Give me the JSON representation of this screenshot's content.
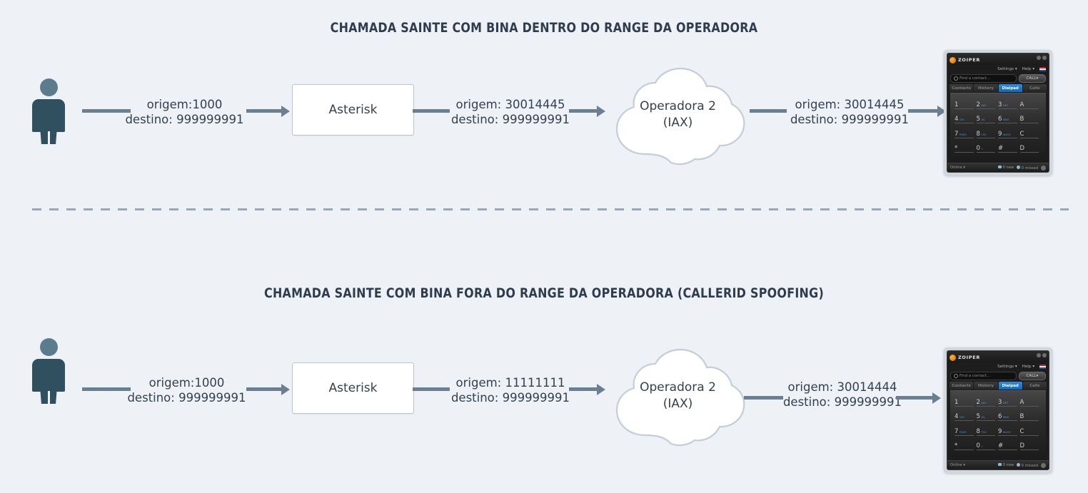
{
  "page": {
    "background_color": "#eef1f5",
    "accent_color": "#6b7f91"
  },
  "flows": [
    {
      "id": "flow-in-range",
      "title": "CHAMADA SAINTE COM BINA DENTRO DO RANGE DA OPERADORA",
      "caller_icon": "person-icon",
      "asterisk_label": "Asterisk",
      "cloud_line1": "Operadora 2",
      "cloud_line2": "(IAX)",
      "edges": [
        {
          "origem": "origem:1000",
          "destino": "destino: 999999991"
        },
        {
          "origem": "origem: 30014445",
          "destino": "destino: 999999991"
        },
        {
          "origem": "origem: 30014445",
          "destino": "destino: 999999991"
        }
      ]
    },
    {
      "id": "flow-spoofing",
      "title": "CHAMADA SAINTE COM BINA FORA DO RANGE DA OPERADORA (CALLERID SPOOFING)",
      "caller_icon": "person-icon",
      "asterisk_label": "Asterisk",
      "cloud_line1": "Operadora 2",
      "cloud_line2": "(IAX)",
      "edges": [
        {
          "origem": "origem:1000",
          "destino": "destino: 999999991"
        },
        {
          "origem": "origem: 11111111",
          "destino": "destino: 999999991"
        },
        {
          "origem": "origem: 30014444",
          "destino": "destino: 999999991"
        }
      ]
    }
  ],
  "zoiper": {
    "brand": "ZOIPER",
    "menu": {
      "settings": "Settings",
      "help": "Help",
      "caret": "▾",
      "flag": "us-flag-icon"
    },
    "search_placeholder": "Find a contact...",
    "call_button": "CALL",
    "call_button_caret": "▾",
    "tabs": [
      {
        "label": "Contacts",
        "active": false
      },
      {
        "label": "History",
        "active": false
      },
      {
        "label": "Dialpad",
        "active": true
      },
      {
        "label": "Calls",
        "active": false
      }
    ],
    "dialpad": [
      [
        {
          "digit": "1",
          "sub": ""
        },
        {
          "digit": "2",
          "sub": "ABC"
        },
        {
          "digit": "3",
          "sub": "DEF"
        },
        {
          "digit": "A",
          "sub": ""
        }
      ],
      [
        {
          "digit": "4",
          "sub": "GHI"
        },
        {
          "digit": "5",
          "sub": "JKL"
        },
        {
          "digit": "6",
          "sub": "MNO"
        },
        {
          "digit": "B",
          "sub": ""
        }
      ],
      [
        {
          "digit": "7",
          "sub": "PQRS"
        },
        {
          "digit": "8",
          "sub": "TUV"
        },
        {
          "digit": "9",
          "sub": "WXYZ"
        },
        {
          "digit": "C",
          "sub": ""
        }
      ],
      [
        {
          "digit": "*",
          "sub": ""
        },
        {
          "digit": "0",
          "sub": "+"
        },
        {
          "digit": "#",
          "sub": ""
        },
        {
          "digit": "D",
          "sub": ""
        }
      ]
    ],
    "status": {
      "presence": "Online",
      "presence_caret": "▾",
      "new_messages": "0 new",
      "missed_calls": "0 missed"
    }
  }
}
